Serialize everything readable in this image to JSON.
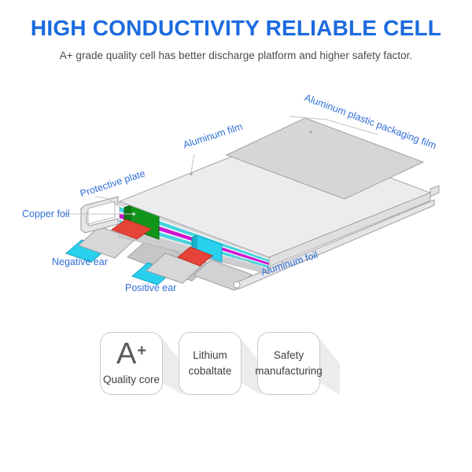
{
  "header": {
    "title": "HIGH CONDUCTIVITY RELIABLE CELL",
    "subtitle": "A+ grade quality cell has better discharge platform and higher safety factor."
  },
  "diagram": {
    "labels": {
      "packaging_film": "Aluminum plastic packaging film",
      "aluminum_film": "Aluminum film",
      "protective_plate": "Protective plate",
      "copper_foil": "Copper foil",
      "negative_ear": "Negative ear",
      "positive_ear": "Positive ear",
      "aluminum_foil": "Aluminum foil"
    },
    "colors": {
      "label_blue": "#2f6fd6",
      "body_gray": "#ececee",
      "packaging_film_gray": "#d6d6d8",
      "ear_cyan": "#29d0ee",
      "copper_green": "#11961b",
      "pad_red": "#e64438",
      "separator_magenta": "#cf16cf",
      "layer_cyan": "#45d4de"
    }
  },
  "features": [
    {
      "badge": "A",
      "badge_sup": "+",
      "lines": [
        "Quality core",
        ""
      ]
    },
    {
      "badge": "",
      "badge_sup": "",
      "lines": [
        "Lithium",
        "cobaltate"
      ]
    },
    {
      "badge": "",
      "badge_sup": "",
      "lines": [
        "Safety",
        "manufacturing"
      ]
    }
  ]
}
